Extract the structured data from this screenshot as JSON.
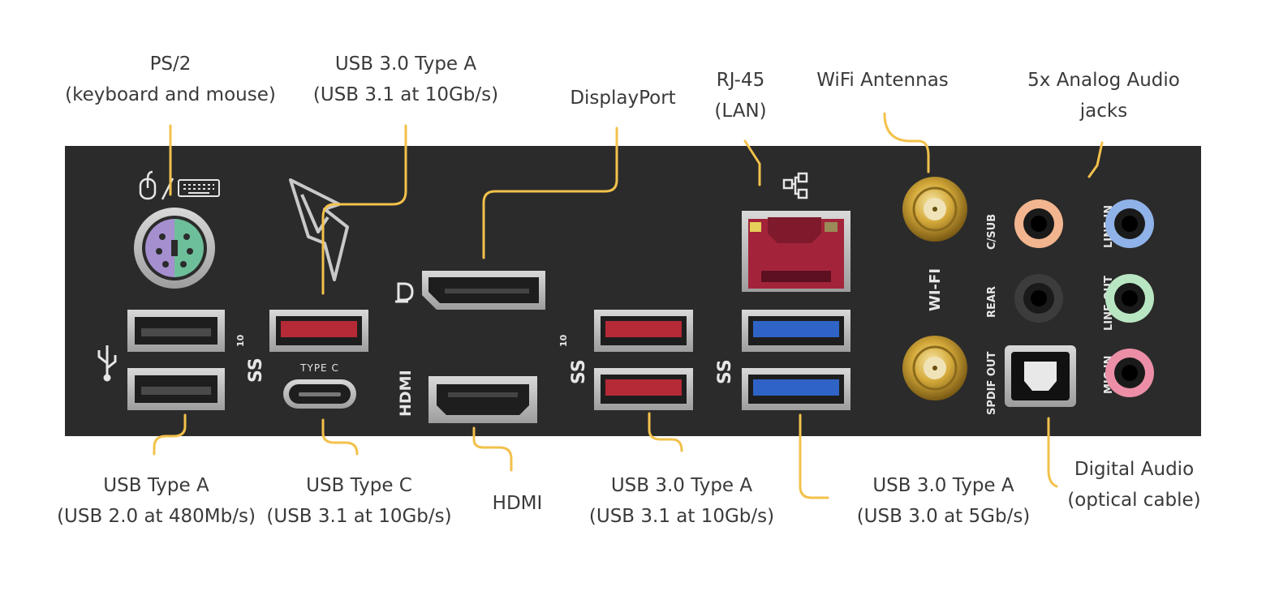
{
  "labels": {
    "ps2": {
      "line1": "PS/2",
      "line2": "(keyboard and mouse)"
    },
    "usb30_top": {
      "line1": "USB 3.0 Type A",
      "line2": "(USB 3.1 at 10Gb/s)"
    },
    "displayport": {
      "line1": "DisplayPort"
    },
    "rj45": {
      "line1": "RJ-45",
      "line2": "(LAN)"
    },
    "wifi": {
      "line1": "WiFi Antennas"
    },
    "audio": {
      "line1": "5x Analog Audio",
      "line2": "jacks"
    },
    "usb20": {
      "line1": "USB Type A",
      "line2": "(USB 2.0 at 480Mb/s)"
    },
    "usbc": {
      "line1": "USB Type C",
      "line2": "(USB 3.1 at 10Gb/s)"
    },
    "hdmi": {
      "line1": "HDMI"
    },
    "usb31_bottom": {
      "line1": "USB 3.0 Type A",
      "line2": "(USB 3.1 at 10Gb/s)"
    },
    "usb30_bottom": {
      "line1": "USB 3.0 Type A",
      "line2": "(USB 3.0 at 5Gb/s)"
    },
    "digital_audio": {
      "line1": "Digital Audio",
      "line2": "(optical cable)"
    }
  },
  "panel": {
    "type_c_text": "TYPE C",
    "hdmi_text": "HDMI",
    "wifi_text": "WI-FI",
    "ss_text": "SS",
    "ss10_text": "10",
    "jacks": {
      "csub": "C/SUB",
      "rear": "REAR",
      "spdif": "SPDIF OUT",
      "linein": "LINE IN",
      "lineout": "LINE OUT",
      "micin": "MIC IN"
    }
  },
  "colors": {
    "panel": "#2b2b2b",
    "leader": "#f3c14b",
    "label_text": "#3a3a3a",
    "usb31_red": "#b52a36",
    "usb30_blue": "#2f64c6",
    "ps2_purple": "#a58fcf",
    "ps2_green": "#6dbf9a",
    "jack_orange": "#f2b58f",
    "jack_blue": "#8fb2e8",
    "jack_green": "#b9e6c2",
    "jack_pink": "#ec8fa6",
    "gold": "#d4a93a"
  }
}
